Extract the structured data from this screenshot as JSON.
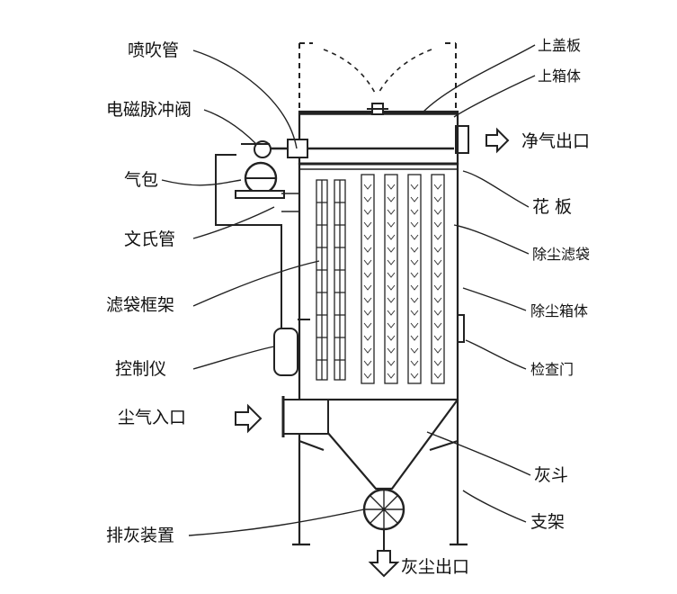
{
  "labels": {
    "pentui_guan": "喷吹管",
    "diancimaichongfa": "电磁脉冲阀",
    "qibao": "气包",
    "wenshiguan": "文氏管",
    "lvdai_kuangjia": "滤袋框架",
    "kongzhiyi": "控制仪",
    "chenqi_rukou": "尘气入口",
    "paihui_zhuangzhi": "排灰装置",
    "shang_gaiban": "上盖板",
    "shang_xiangti": "上箱体",
    "jingqi_chukou": "净气出口",
    "huaban": "花 板",
    "chuchen_lvdai": "除尘滤袋",
    "chuchen_xiangti": "除尘箱体",
    "jianchamen": "检查门",
    "huidou": "灰斗",
    "zhijia": "支架",
    "huichen_chukou": "灰尘出口"
  }
}
